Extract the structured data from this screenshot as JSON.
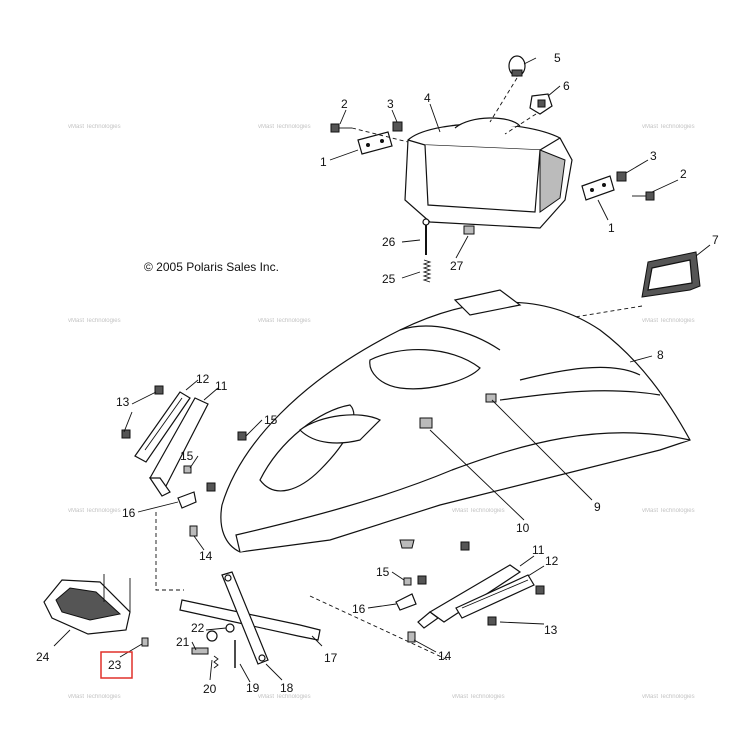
{
  "copyright": "© 2005 Polaris Sales Inc.",
  "watermark": "vMast Technologies",
  "highlighted_callout": "23",
  "colors": {
    "highlight": "#e0302a",
    "ink": "#111111"
  },
  "callouts": [
    "5",
    "6",
    "4",
    "2",
    "3",
    "1",
    "3",
    "2",
    "1",
    "26",
    "27",
    "25",
    "7",
    "8",
    "12",
    "11",
    "13",
    "15",
    "15",
    "16",
    "14",
    "9",
    "10",
    "11",
    "12",
    "15",
    "16",
    "13",
    "14",
    "24",
    "22",
    "21",
    "23",
    "20",
    "19",
    "18",
    "17"
  ]
}
